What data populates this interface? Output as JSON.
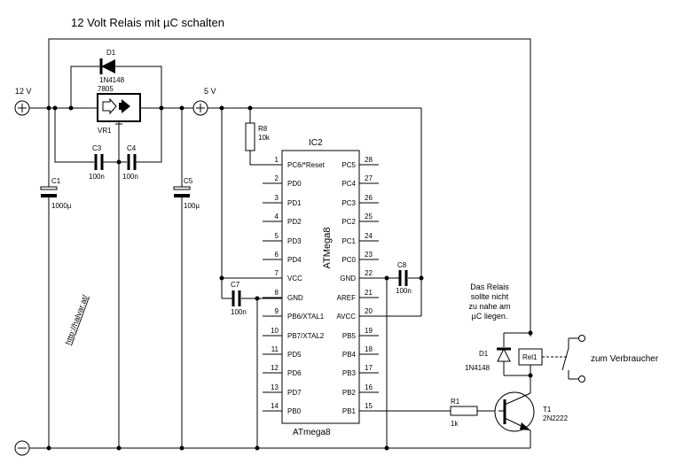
{
  "title": "12 Volt Relais mit µC schalten",
  "rail": {
    "v12": "12 V",
    "v5": "5 V"
  },
  "url": "http://halvar.at/",
  "parts": {
    "d1_top": {
      "ref": "D1",
      "value": "1N4148"
    },
    "vr1": {
      "ref": "VR1",
      "value": "7805"
    },
    "c1": {
      "ref": "C1",
      "value": "1000µ"
    },
    "c3": {
      "ref": "C3",
      "value": "100n"
    },
    "c4": {
      "ref": "C4",
      "value": "100n"
    },
    "c5": {
      "ref": "C5",
      "value": "100µ"
    },
    "r8": {
      "ref": "R8",
      "value": "10k"
    },
    "c7": {
      "ref": "C7",
      "value": "100n"
    },
    "c8": {
      "ref": "C8",
      "value": "100n"
    },
    "ic2": {
      "ref": "IC2",
      "name": "ATMega8",
      "bottom_label": "ATmega8"
    },
    "r1": {
      "ref": "R1",
      "value": "1k"
    },
    "t1": {
      "ref": "T1",
      "value": "2N2222"
    },
    "d1_relay": {
      "ref": "D1",
      "value": "1N4148"
    },
    "rel1": {
      "ref": "Rel1"
    }
  },
  "note": [
    "Das Relais",
    "sollte nicht",
    "zu nahe am",
    "µC liegen."
  ],
  "load_label": "zum Verbraucher",
  "ic_left_pins": [
    {
      "num": "1",
      "name": "PC6/*Reset"
    },
    {
      "num": "2",
      "name": "PD0"
    },
    {
      "num": "3",
      "name": "PD1"
    },
    {
      "num": "4",
      "name": "PD2"
    },
    {
      "num": "5",
      "name": "PD3"
    },
    {
      "num": "6",
      "name": "PD4"
    },
    {
      "num": "7",
      "name": "VCC"
    },
    {
      "num": "8",
      "name": "GND"
    },
    {
      "num": "9",
      "name": "PB6/XTAL1"
    },
    {
      "num": "10",
      "name": "PB7/XTAL2"
    },
    {
      "num": "11",
      "name": "PD5"
    },
    {
      "num": "12",
      "name": "PD6"
    },
    {
      "num": "13",
      "name": "PD7"
    },
    {
      "num": "14",
      "name": "PB0"
    }
  ],
  "ic_right_pins": [
    {
      "num": "28",
      "name": "PC5"
    },
    {
      "num": "27",
      "name": "PC4"
    },
    {
      "num": "26",
      "name": "PC3"
    },
    {
      "num": "25",
      "name": "PC2"
    },
    {
      "num": "24",
      "name": "PC1"
    },
    {
      "num": "23",
      "name": "PC0"
    },
    {
      "num": "22",
      "name": "GND"
    },
    {
      "num": "21",
      "name": "AREF"
    },
    {
      "num": "20",
      "name": "AVCC"
    },
    {
      "num": "19",
      "name": "PB5"
    },
    {
      "num": "18",
      "name": "PB4"
    },
    {
      "num": "17",
      "name": "PB3"
    },
    {
      "num": "16",
      "name": "PB2"
    },
    {
      "num": "15",
      "name": "PB1"
    }
  ]
}
